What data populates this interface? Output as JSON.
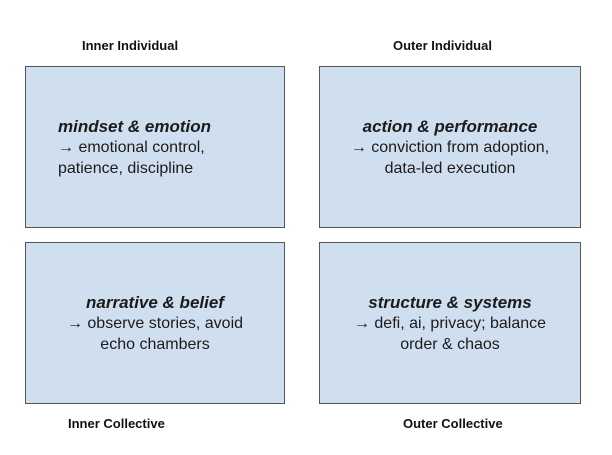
{
  "colors": {
    "box_fill": "#d0dff0",
    "box_border": "#53575a",
    "text": "#1b1b1b",
    "label_text": "#111111",
    "page_bg": "#ffffff"
  },
  "diagram": {
    "type": "2x2-quadrant",
    "quadrants": [
      {
        "id": "inner-individual",
        "label": "Inner Individual",
        "label_position": "top",
        "heading": "mindset & emotion",
        "body_lines": [
          "→ emotional control,",
          "patience, discipline"
        ],
        "text_align": "left"
      },
      {
        "id": "outer-individual",
        "label": "Outer Individual",
        "label_position": "top",
        "heading": "action & performance",
        "body_lines": [
          "→ conviction from adoption,",
          "data-led execution"
        ],
        "text_align": "center"
      },
      {
        "id": "inner-collective",
        "label": "Inner Collective",
        "label_position": "bottom",
        "heading": "narrative & belief",
        "body_lines": [
          "→ observe stories, avoid",
          "echo chambers"
        ],
        "text_align": "center"
      },
      {
        "id": "outer-collective",
        "label": "Outer Collective",
        "label_position": "bottom",
        "heading": "structure & systems",
        "body_lines": [
          "→ defi, ai, privacy; balance",
          "order & chaos"
        ],
        "text_align": "center"
      }
    ]
  }
}
